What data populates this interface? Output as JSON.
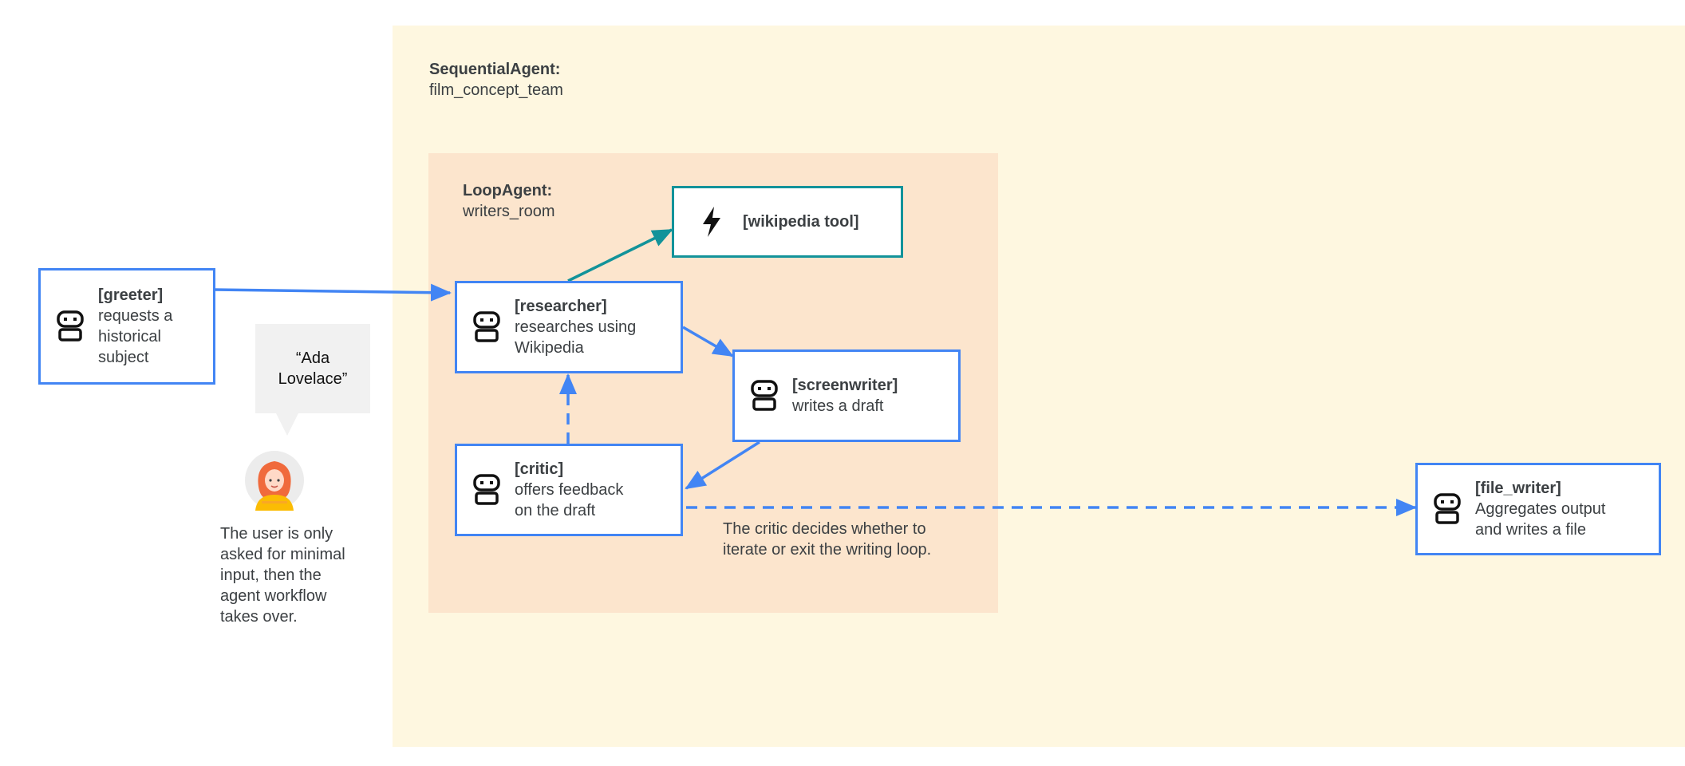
{
  "sequential_agent": {
    "kind": "SequentialAgent:",
    "name": "film_concept_team"
  },
  "loop_agent": {
    "kind": "LoopAgent:",
    "name": "writers_room"
  },
  "nodes": {
    "greeter": {
      "title": "[greeter]",
      "desc": "requests a\nhistorical\nsubject",
      "icon": "robot-icon"
    },
    "researcher": {
      "title": "[researcher]",
      "desc": "researches using\nWikipedia",
      "icon": "robot-icon"
    },
    "screenwriter": {
      "title": "[screenwriter]",
      "desc": "writes a draft",
      "icon": "robot-icon"
    },
    "critic": {
      "title": "[critic]",
      "desc": "offers feedback\non the draft",
      "icon": "robot-icon"
    },
    "file_writer": {
      "title": "[file_writer]",
      "desc": "Aggregates output\nand writes a file",
      "icon": "robot-icon"
    },
    "wikipedia_tool": {
      "title": "[wikipedia tool]",
      "icon": "lightning-icon"
    }
  },
  "user_input": "“Ada\nLovelace”",
  "user_caption": "The user is only\nasked for minimal\ninput, then the\nagent workflow\ntakes over.",
  "critic_caption": "The critic decides whether to\niterate or exit the writing loop.",
  "colors": {
    "agent_border": "#4285f4",
    "tool_border": "#12939a",
    "sequential_bg": "#fef7e0",
    "loop_bg": "#fce5cd"
  }
}
